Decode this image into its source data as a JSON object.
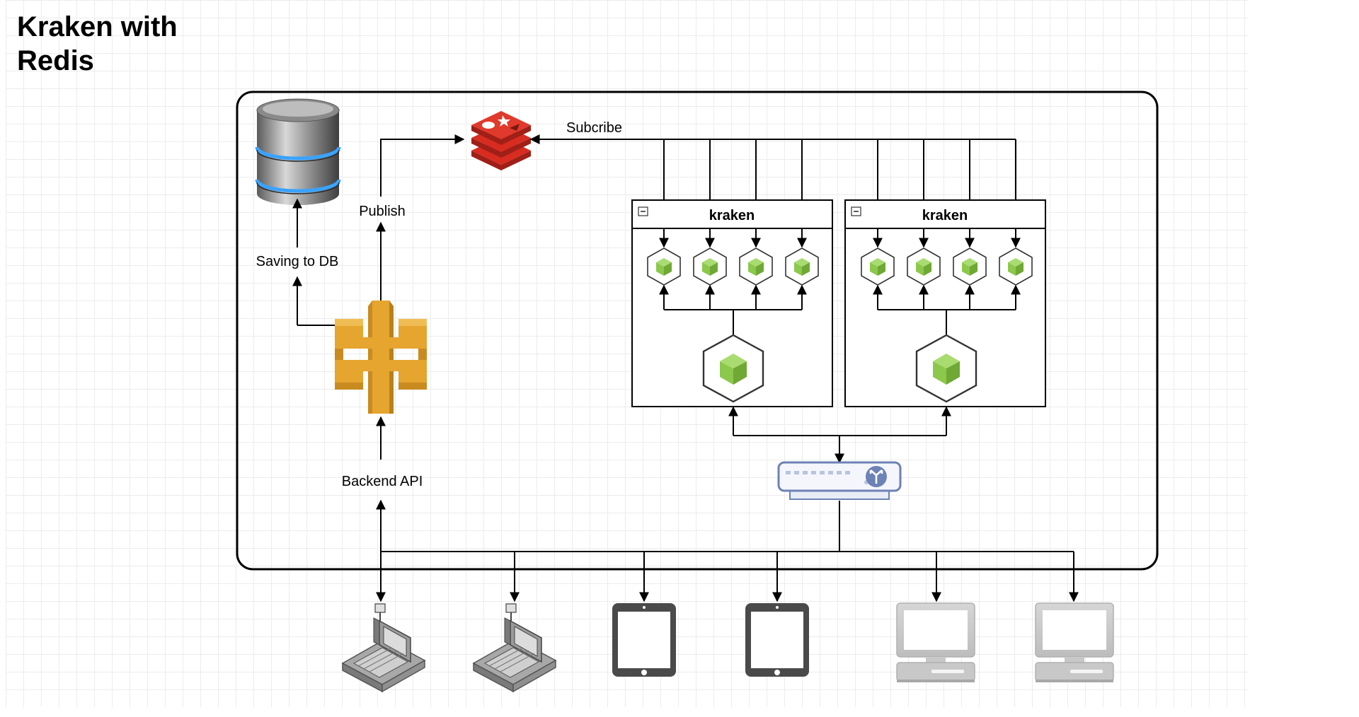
{
  "title": "Kraken with Redis",
  "labels": {
    "subscribe": "Subcribe",
    "publish": "Publish",
    "saving": "Saving to DB",
    "backend": "Backend API"
  },
  "clusters": [
    {
      "title": "kraken"
    },
    {
      "title": "kraken"
    }
  ],
  "colors": {
    "redis": "#d82c20",
    "api_gateway": "#e5a52e",
    "node_green": "#8cc84b",
    "load_balancer": "#6d82b5",
    "device_dark": "#4a4a4a",
    "device_light": "#c8c8c8"
  },
  "icons": {
    "database": "database-icon",
    "redis": "redis-icon",
    "api": "api-gateway-icon",
    "node": "node-cube-icon",
    "load_balancer": "load-balancer-icon",
    "pos": "pos-terminal-icon",
    "tablet": "tablet-icon",
    "desktop": "desktop-icon"
  }
}
